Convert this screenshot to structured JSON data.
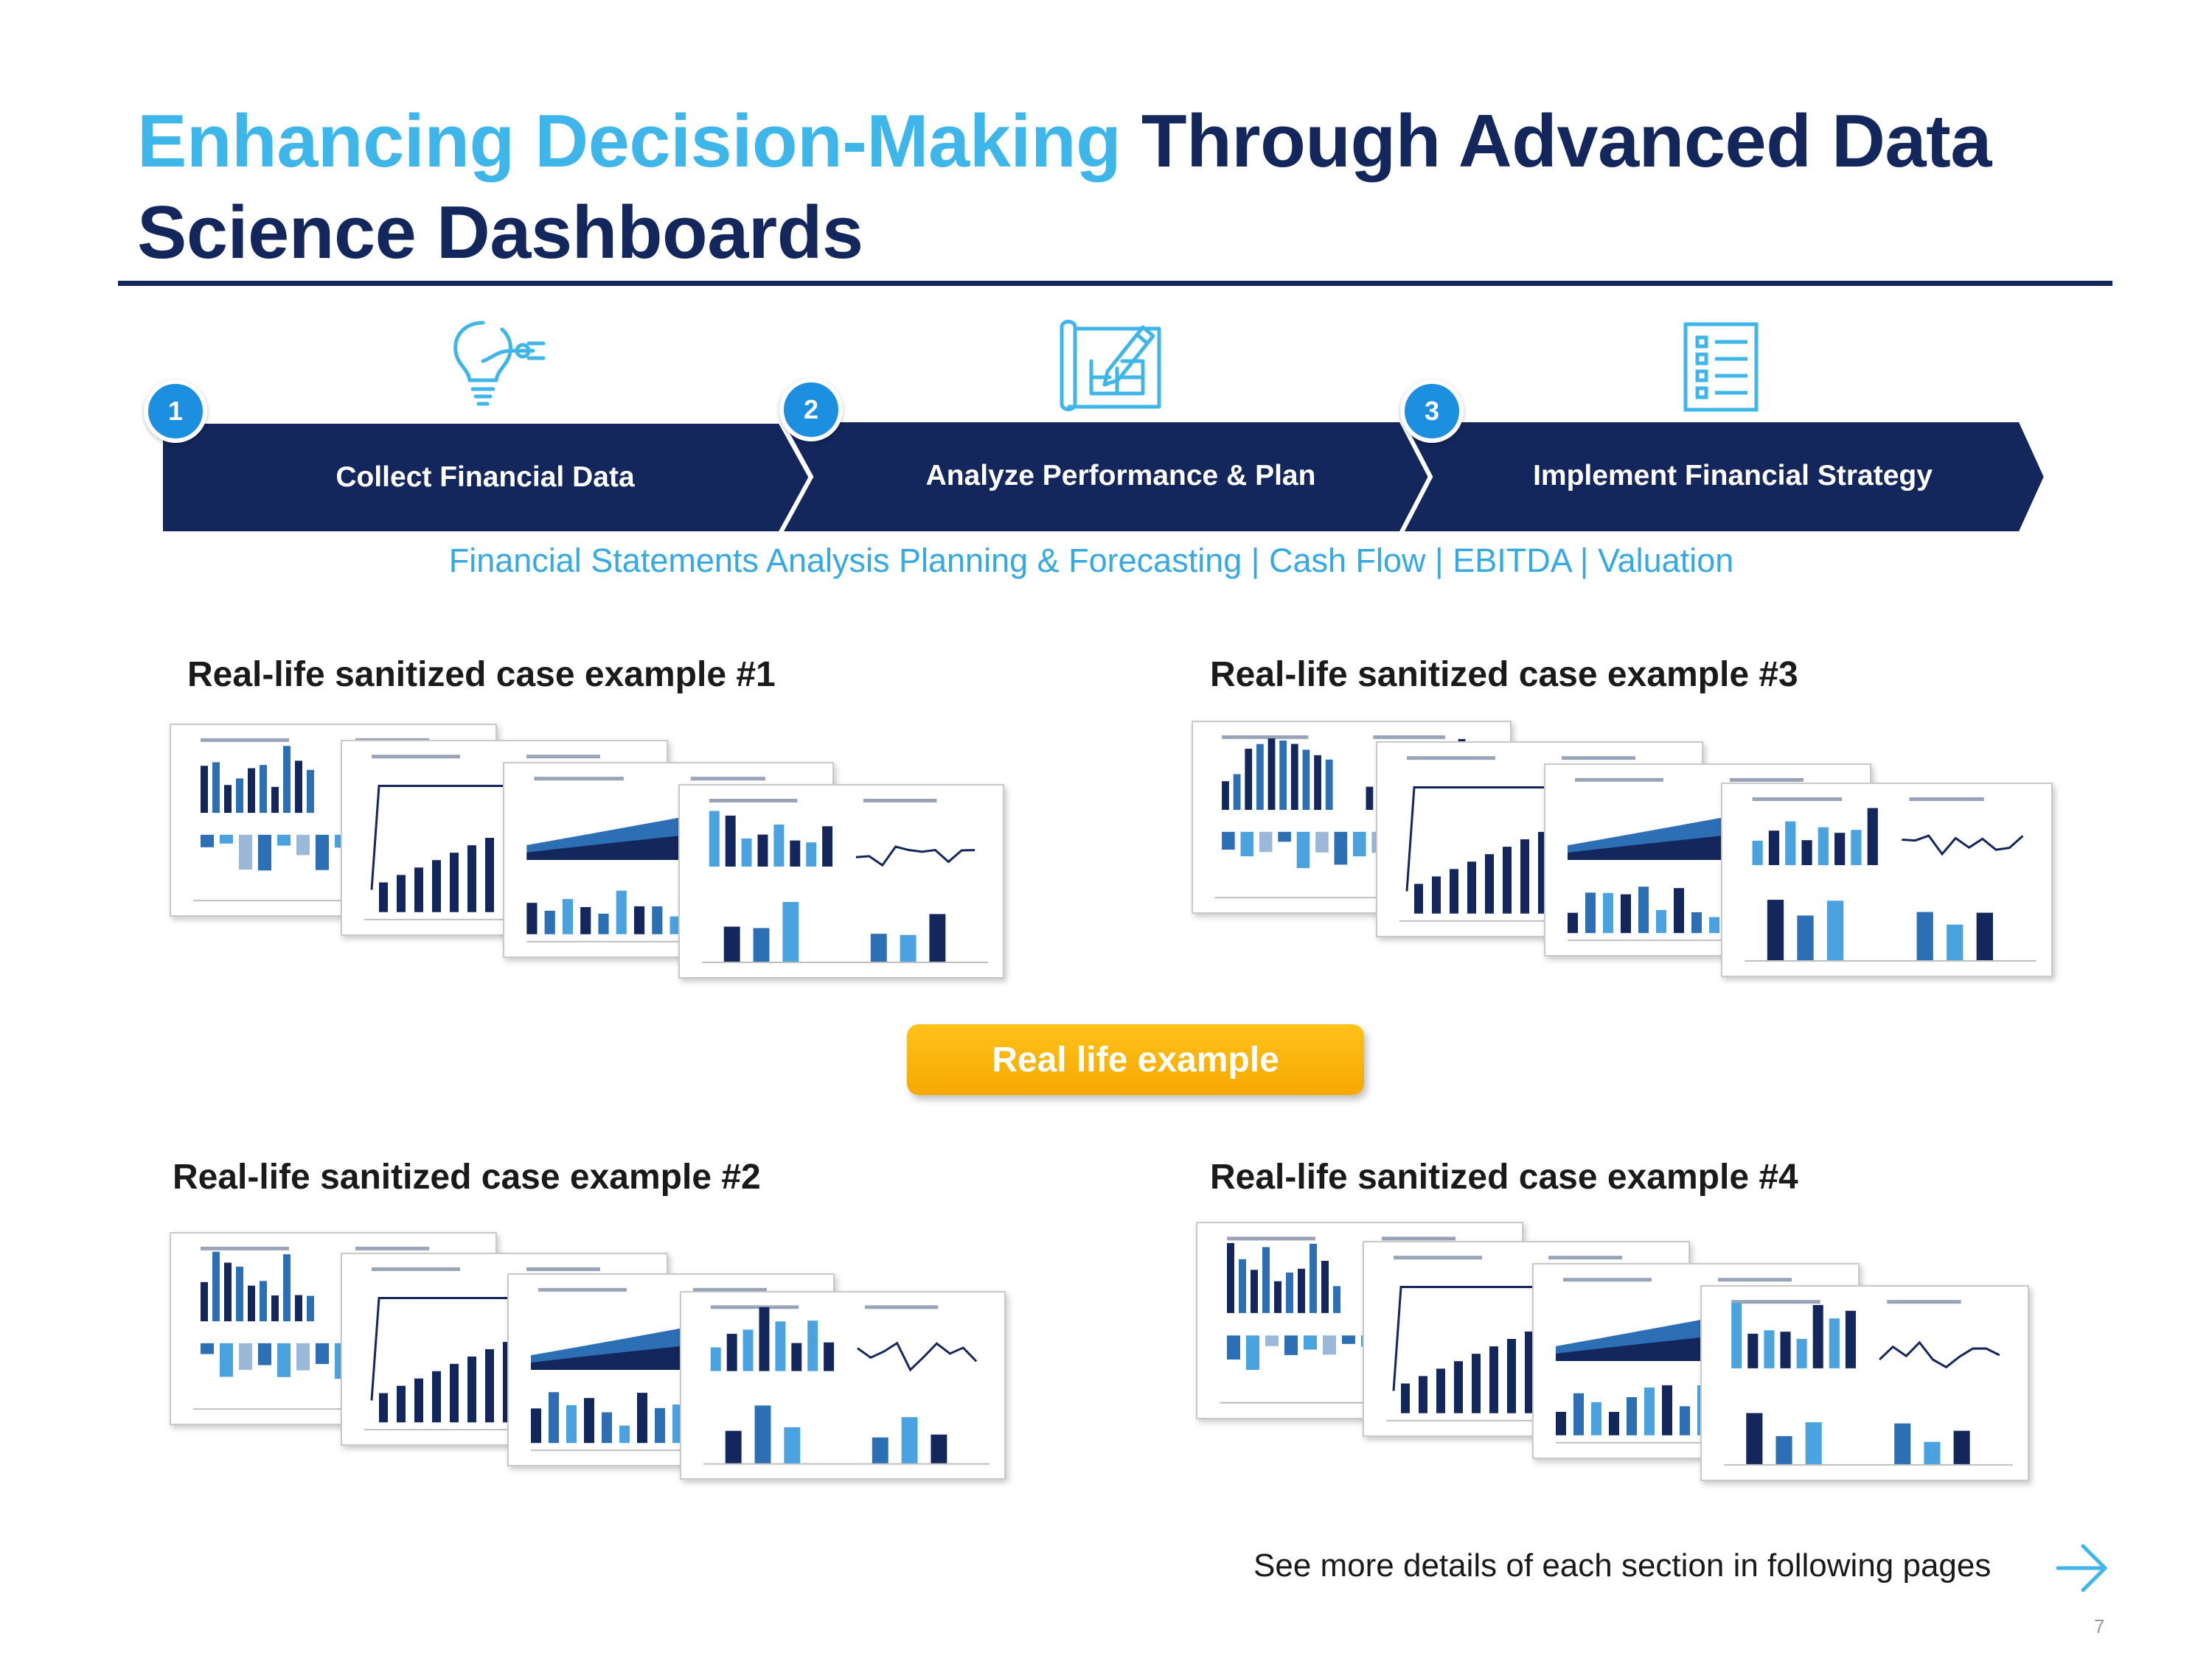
{
  "title": {
    "accent": "Enhancing Decision-Making",
    "rest": "Through Advanced Data Science Dashboards"
  },
  "steps": [
    {
      "number": "1",
      "label": "Collect Financial Data",
      "icon": "lightbulb-icon"
    },
    {
      "number": "2",
      "label": "Analyze Performance & Plan",
      "icon": "blueprint-pencil-icon"
    },
    {
      "number": "3",
      "label": "Implement Financial Strategy",
      "icon": "checklist-icon"
    }
  ],
  "subline": "Financial Statements Analysis Planning & Forecasting | Cash Flow | EBITDA | Valuation",
  "cases": {
    "c1": {
      "title": "Real-life sanitized case example #1"
    },
    "c2": {
      "title": "Real-life sanitized case example #2"
    },
    "c3": {
      "title": "Real-life sanitized case example #3"
    },
    "c4": {
      "title": "Real-life sanitized case example #4"
    }
  },
  "button": {
    "label": "Real life example"
  },
  "footer": {
    "more": "See more details of each section in following pages",
    "page": "7",
    "icon": "arrow-right-icon"
  },
  "colors": {
    "navy": "#14275c",
    "accent": "#3fb6ea",
    "badge": "#1d8fe0",
    "button": "#f5a800"
  }
}
